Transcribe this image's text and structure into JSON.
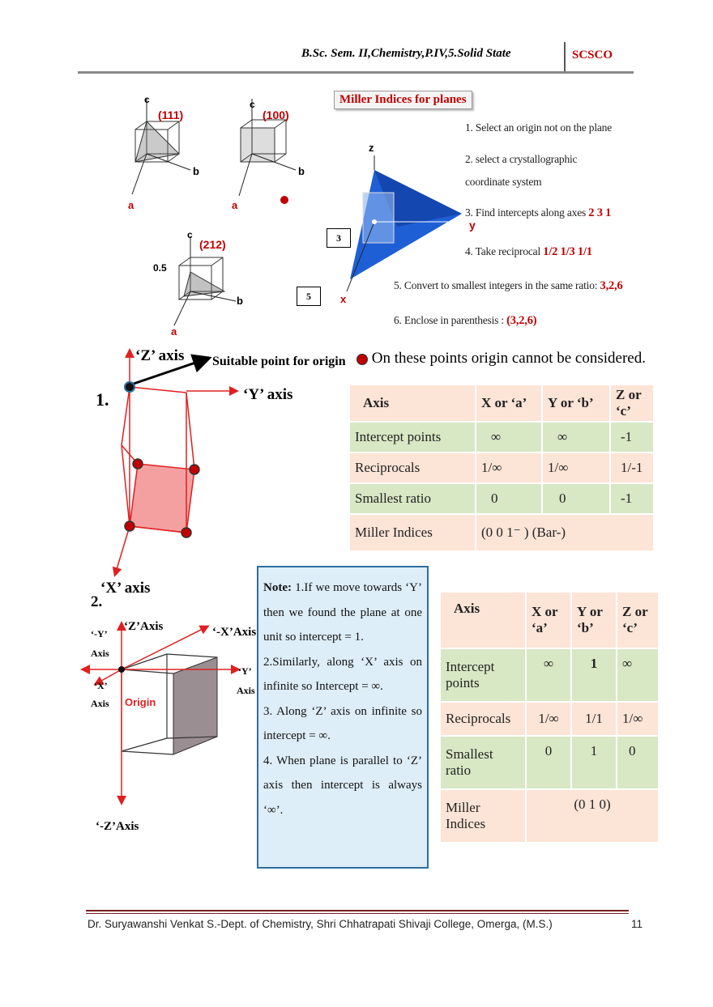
{
  "header": {
    "title": "B.Sc. Sem. II,Chemistry,P.IV,5.Solid State",
    "brand": "SCSCO"
  },
  "figure_top": {
    "cube1_label": "(111)",
    "cube2_label": "(100)",
    "cube3_label": "(212)",
    "axis_a": "a",
    "axis_b": "b",
    "axis_c": "c",
    "half": "0.5",
    "box3": "3",
    "box5": "5",
    "z": "z",
    "y": "y",
    "x": "x",
    "panel_title": "Miller Indices for planes",
    "steps": [
      "1. Select an origin not on the plane",
      "2. select a crystallographic",
      "coordinate system",
      "3. Find intercepts along axes",
      "4. Take reciprocal",
      "5. Convert to smallest integers in the same ratio:",
      "6. Enclose in parenthesis :"
    ],
    "step3_val": "2 3 1",
    "step4_val": "1/2 1/3 1/1",
    "step5_val": "3,2,6",
    "step6_val": "(3,2,6)"
  },
  "figure1": {
    "num": "1.",
    "z_axis": "‘Z’ axis",
    "suitable": "Suitable point for origin",
    "y_axis": "‘Y’ axis",
    "x_axis": "‘X’ axis",
    "legend": "On these points origin cannot be considered."
  },
  "table1": {
    "headers": [
      "Axis",
      "X or ‘a’",
      "Y or ‘b’",
      "Z or ‘c’"
    ],
    "rows": [
      [
        "Intercept points",
        "∞",
        "∞",
        "-1"
      ],
      [
        "Reciprocals",
        "1/∞",
        "1/∞",
        "1/-1"
      ],
      [
        "Smallest ratio",
        "0",
        "0",
        "-1"
      ]
    ],
    "miller_label": "Miller Indices",
    "miller_value": "(0 0 1⁻ ) (Bar-)"
  },
  "figure2": {
    "num": "2.",
    "z_axis": "‘Z’Axis",
    "neg_x_axis": "‘-X’Axis",
    "neg_y": "‘-Y’",
    "neg_y2": "Axis",
    "x_lbl": "‘X’",
    "x_lbl2": "Axis",
    "origin": "Origin",
    "y_lbl": "‘Y’",
    "y_lbl2": "Axis",
    "neg_z_axis": "‘-Z’Axis"
  },
  "note": {
    "label": "Note:",
    "p1": "1.If we move towards ‘Y’ then we found the plane at one unit so intercept = 1.",
    "p2": "2.Similarly, along ‘X’ axis on infinite so Intercept = ∞.",
    "p3": "3. Along ‘Z’ axis on infinite so intercept = ∞.",
    "p4": "4. When plane is parallel to ‘Z’ axis then intercept is always ‘∞’."
  },
  "table2": {
    "headers": [
      "Axis",
      "X or ‘a’",
      "Y or ‘b’",
      "Z or ‘c’"
    ],
    "rows": [
      [
        "Intercept points",
        "∞",
        "1",
        "∞"
      ],
      [
        "Reciprocals",
        "1/∞",
        "1/1",
        "1/∞"
      ],
      [
        "Smallest ratio",
        "0",
        "1",
        "0"
      ]
    ],
    "miller_label": "Miller Indices",
    "miller_value": "(0 1 0)"
  },
  "footer": {
    "text": "Dr. Suryawanshi Venkat S.-Dept. of Chemistry, Shri Chhatrapati Shivaji College, Omerga, (M.S.)",
    "page": "11"
  }
}
